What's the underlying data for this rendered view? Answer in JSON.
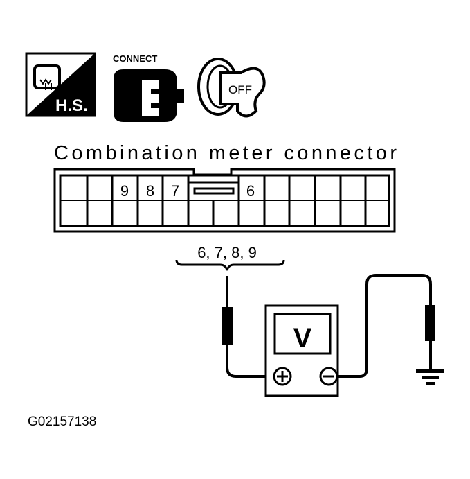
{
  "icons": {
    "hs": {
      "label": "H.S.",
      "icon": "hood-service-icon"
    },
    "connect": {
      "label": "CONNECT",
      "icon": "connector-icon"
    },
    "ignition": {
      "label": "OFF",
      "icon": "ignition-key-off-icon"
    }
  },
  "connector": {
    "title": "Combination meter connector",
    "upper_terminals": [
      "",
      "",
      "9",
      "8",
      "7",
      "6",
      "",
      "",
      "",
      "",
      ""
    ]
  },
  "terminal_group_label": "6, 7, 8, 9",
  "meter": {
    "display": "V",
    "positive": "+",
    "negative": "−"
  },
  "figure_id": "G02157138",
  "colors": {
    "ink": "#000000",
    "background": "#ffffff"
  }
}
